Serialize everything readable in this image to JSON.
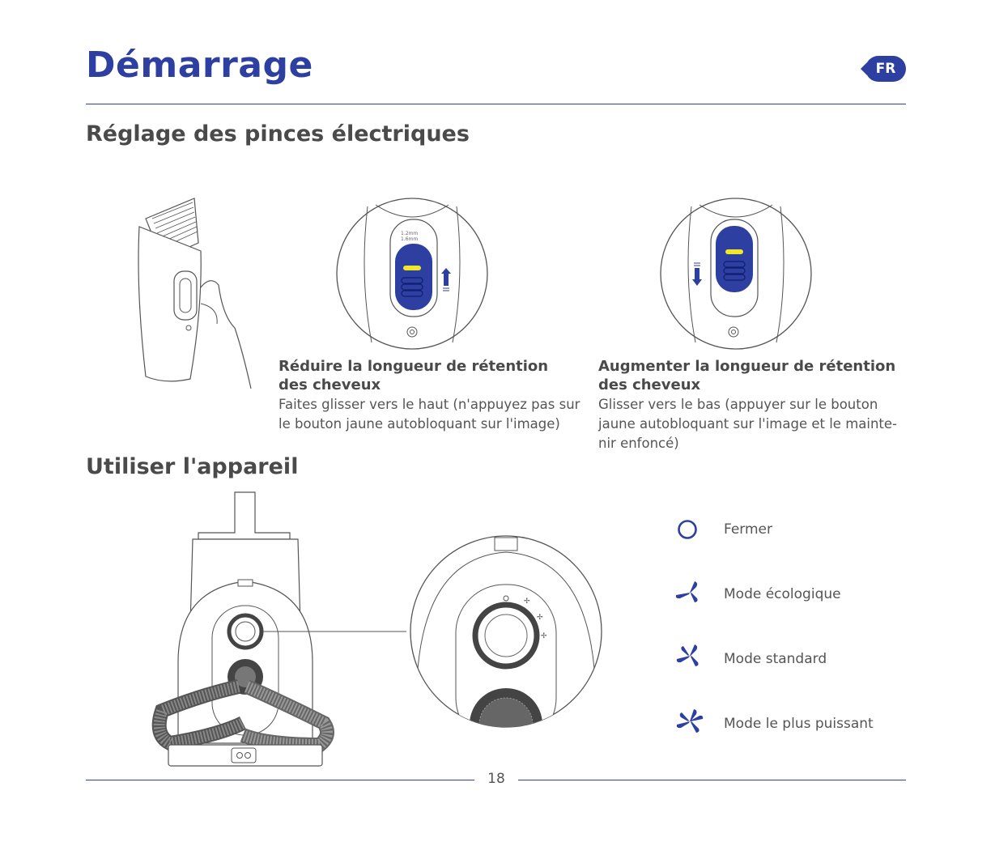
{
  "header": {
    "title": "Démarrage",
    "lang_badge": "FR"
  },
  "section1": {
    "heading": "Réglage des pinces électriques",
    "dial_labels": [
      "1.2mm",
      "1.6mm"
    ],
    "reduce": {
      "title_line1": "Réduire la longueur de rétention",
      "title_line2": "des cheveux",
      "text_line1": "Faites glisser vers le haut (n'appuyez pas sur",
      "text_line2": "le bouton jaune autobloquant sur l'image)"
    },
    "increase": {
      "title_line1": "Augmenter la longueur de rétention",
      "title_line2": "des cheveux",
      "text_line1": "Glisser vers le bas (appuyer sur le bouton",
      "text_line2": "jaune autobloquant sur l'image et le mainte-",
      "text_line3": "nir enfoncé)"
    }
  },
  "section2": {
    "heading": "Utiliser l'appareil",
    "modes": [
      {
        "icon": "circle-off-icon",
        "label": "Fermer"
      },
      {
        "icon": "fan-eco-icon",
        "label": "Mode écologique"
      },
      {
        "icon": "fan-standard-icon",
        "label": "Mode standard"
      },
      {
        "icon": "fan-max-icon",
        "label": "Mode le plus puissant"
      }
    ]
  },
  "footer": {
    "page_number": "18"
  },
  "colors": {
    "brand": "#2d3fa0",
    "accent_yellow": "#f2e62b"
  }
}
